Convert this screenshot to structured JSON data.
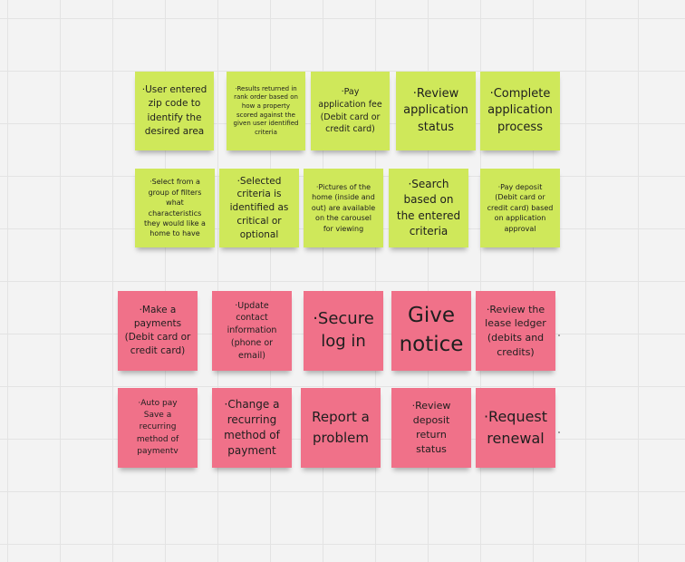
{
  "board": {
    "green_notes": [
      {
        "id": "g1",
        "text": "·User entered\nzip code to\nidentify the\ndesired area"
      },
      {
        "id": "g2",
        "text": "·Results returned in\nrank order based on\nhow a property\nscored against the\ngiven user identified\ncriteria"
      },
      {
        "id": "g3",
        "text": "·Pay\napplication fee\n(Debit card or\ncredit card)"
      },
      {
        "id": "g4",
        "text": "·Review\napplication\nstatus"
      },
      {
        "id": "g5",
        "text": "·Complete\napplication\nprocess"
      },
      {
        "id": "g6",
        "text": "·Select from a\ngroup of filters\nwhat\ncharacteristics\nthey would like a\nhome to have"
      },
      {
        "id": "g7",
        "text": "·Selected\ncriteria is\nidentified as\ncritical or\noptional"
      },
      {
        "id": "g8",
        "text": "·Pictures of the\nhome (inside and\nout) are available\non the carousel\nfor viewing"
      },
      {
        "id": "g9",
        "text": "·Search\nbased on\nthe entered\ncriteria"
      },
      {
        "id": "g10",
        "text": "·Pay deposit\n(Debit card or\ncredit card) based\non application\napproval"
      }
    ],
    "pink_notes": [
      {
        "id": "p1",
        "text": "·Make a\npayments\n(Debit card or\ncredit card)"
      },
      {
        "id": "p2",
        "text": "·Update\ncontact\ninformation\n(phone or\nemail)"
      },
      {
        "id": "p3",
        "text": "·Secure\nlog in"
      },
      {
        "id": "p4",
        "text": "Give\nnotice"
      },
      {
        "id": "p5",
        "text": "·Review the\nlease ledger\n(debits and\ncredits)"
      },
      {
        "id": "p6",
        "text": "·Auto pay\nSave a\nrecurring\nmethod of\npaymentv"
      },
      {
        "id": "p7",
        "text": "·Change a\nrecurring\nmethod of\npayment"
      },
      {
        "id": "p8",
        "text": "Report a\nproblem"
      },
      {
        "id": "p9",
        "text": "·Review\ndeposit\nreturn\nstatus"
      },
      {
        "id": "p10",
        "text": "·Request\nrenewal"
      }
    ]
  },
  "colors": {
    "green_note": "#cfe85a",
    "pink_note": "#f07189",
    "canvas": "#f3f3f3",
    "grid": "#e3e3e3"
  }
}
